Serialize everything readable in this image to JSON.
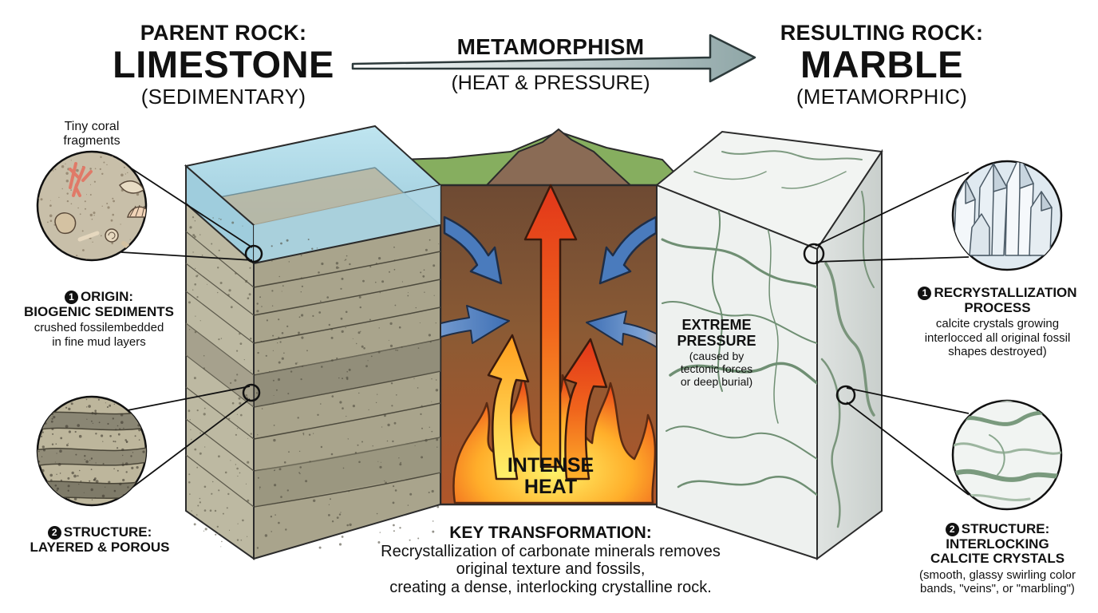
{
  "header": {
    "left": {
      "line1": "PARENT ROCK:",
      "line2": "LIMESTONE",
      "line3": "(SEDIMENTARY)"
    },
    "center": {
      "title": "METAMORPHISM",
      "subtitle": "(HEAT & PRESSURE)"
    },
    "right": {
      "line1": "RESULTING ROCK:",
      "line2": "MARBLE",
      "line3": "(METAMORPHIC)"
    }
  },
  "limestone": {
    "coral_label": [
      "Tiny coral",
      "fragments"
    ],
    "origin": {
      "badge": "1",
      "title1": "ORIGIN:",
      "title2": "BIOGENIC SEDIMENTS",
      "desc1": "crushed fossilembedded",
      "desc2": "in fine mud layers"
    },
    "structure": {
      "badge": "2",
      "title1": "STRUCTURE:",
      "title2": "LAYERED & POROUS"
    }
  },
  "center": {
    "pressure": {
      "title1": "EXTREME",
      "title2": "PRESSURE",
      "desc1": "(caused by",
      "desc2": "tectonic forces",
      "desc3": "or deep burial)"
    },
    "heat": {
      "line1": "INTENSE",
      "line2": "HEAT"
    },
    "key": {
      "title": "KEY TRANSFORMATION:",
      "line1": "Recrystallization of carbonate minerals removes",
      "line2": "original texture and fossils,",
      "line3": "creating a dense, interlocking crystalline rock."
    }
  },
  "marble": {
    "recrystallization": {
      "badge": "1",
      "title1": "RECRYSTALLIZATION",
      "title2": "PROCESS",
      "desc1": "calcite crystals growing",
      "desc2": "interlocced all original fossil",
      "desc3": "shapes destroyed)"
    },
    "structure": {
      "badge": "2",
      "title1": "STRUCTURE:",
      "title2": "INTERLOCKING",
      "title3": "CALCITE CRYSTALS",
      "desc1": "(smooth, glassy swirling color",
      "desc2": "bands, \"veins\", or \"marbling\")"
    }
  },
  "colors": {
    "text": "#111111",
    "process_arrow": "#9fb3b4",
    "pressure_arrow": "#4a7bbd",
    "heat_red": "#e8461b",
    "heat_yellow": "#ffd22a",
    "limestone": "#a8a48c",
    "water": "#a9d6e5",
    "crust": "#7b4a2c",
    "grass": "#7fa95a",
    "marble": "#eef1ef",
    "marble_vein": "#7d9a80"
  },
  "icons": [
    "process-arrow-icon",
    "pressure-arrow-icon",
    "heat-arrow-icon",
    "flame-icon",
    "magnifier-circle-icon",
    "quartz-crystal-icon"
  ]
}
